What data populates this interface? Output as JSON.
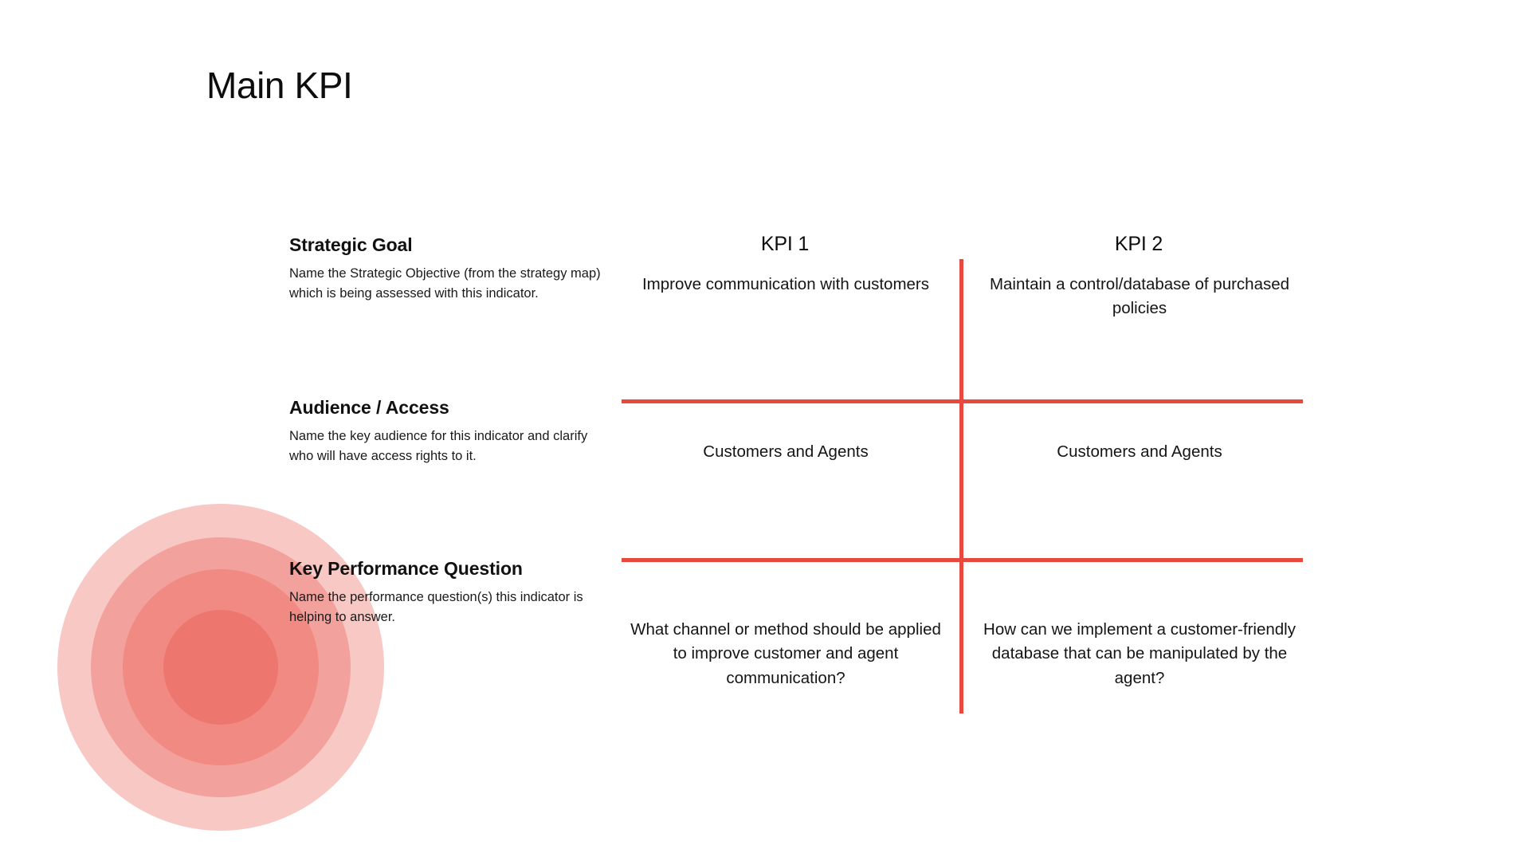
{
  "slide": {
    "title": "Main KPI",
    "background_color": "#ffffff",
    "accent_color": "#E8493F"
  },
  "decoration": {
    "name": "concentric-circles",
    "color": "#E8493F",
    "ring_count": 4
  },
  "matrix": {
    "row_labels": [
      {
        "title": "Strategic Goal",
        "description": "Name the Strategic Objective (from the strategy map) which is being assessed with this indicator."
      },
      {
        "title": "Audience / Access",
        "description": "Name the key audience for this indicator and clarify who will have access rights to it."
      },
      {
        "title": "Key Performance Question",
        "description": "Name the performance question(s) this indicator is helping to answer."
      }
    ],
    "column_headers": [
      "KPI 1",
      "KPI 2"
    ],
    "cells": [
      [
        "Improve communication with customers",
        "Maintain a control/database of purchased policies"
      ],
      [
        "Customers and Agents",
        "Customers and Agents"
      ],
      [
        "What channel or method should be applied to improve customer and agent communication?",
        "How can we implement a customer-friendly database that can be manipulated by the agent?"
      ]
    ]
  }
}
